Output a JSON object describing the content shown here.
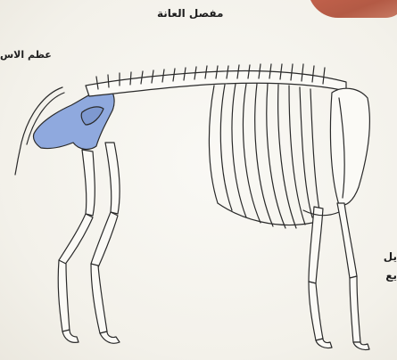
{
  "labels": {
    "pubic_joint": "مفصل العانة",
    "hip_bone": "عظم الاس",
    "right_line_1": "يل",
    "right_line_2": "يع"
  },
  "colors": {
    "pelvis_highlight": "#8fa9de",
    "bone_outline": "#2a2a2a",
    "bone_fill": "#fbfaf6",
    "corner_swatch": "#c7644e"
  }
}
